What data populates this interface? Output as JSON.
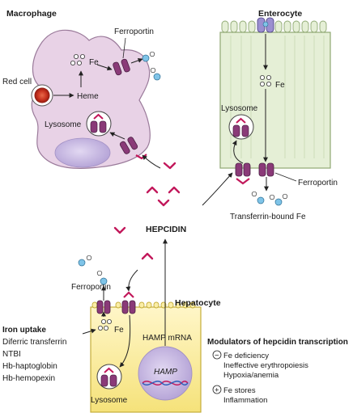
{
  "macrophage": {
    "title": "Macrophage",
    "ferroportin": "Ferroportin",
    "fe": "Fe",
    "red_cell": "Red cell",
    "heme": "Heme",
    "lysosome": "Lysosome"
  },
  "enterocyte": {
    "title": "Enterocyte",
    "fe": "Fe",
    "lysosome": "Lysosome",
    "ferroportin": "Ferroportin",
    "transferrin_bound": "Transferrin-bound Fe"
  },
  "center": {
    "hepcidin": "HEPCIDIN"
  },
  "hepatocyte": {
    "title": "Hepatocyte",
    "ferroportin": "Ferroportin",
    "fe": "Fe",
    "hamp_mrna": "HAMP mRNA",
    "hamp": "HAMP",
    "lysosome": "Lysosome"
  },
  "iron_uptake": {
    "title": "Iron uptake",
    "items": [
      "Diferric transferrin",
      "NTBI",
      "Hb-haptoglobin",
      "Hb-hemopexin"
    ]
  },
  "modulators": {
    "title": "Modulators of hepcidin transcription",
    "minus_sign": "−",
    "plus_sign": "+",
    "negative": [
      "Fe deficiency",
      "Ineffective erythropoiesis",
      "Hypoxia/anemia"
    ],
    "positive": [
      "Fe stores",
      "Inflammation"
    ]
  },
  "colors": {
    "macrophage_fill": "#e8d2e6",
    "enterocyte_fill": "#e5efd6",
    "hepatocyte_fill": "#fbeea6",
    "ferroportin": "#8a3a78",
    "hepcidin": "#c2185b",
    "transferrin": "#7fc4e8"
  }
}
